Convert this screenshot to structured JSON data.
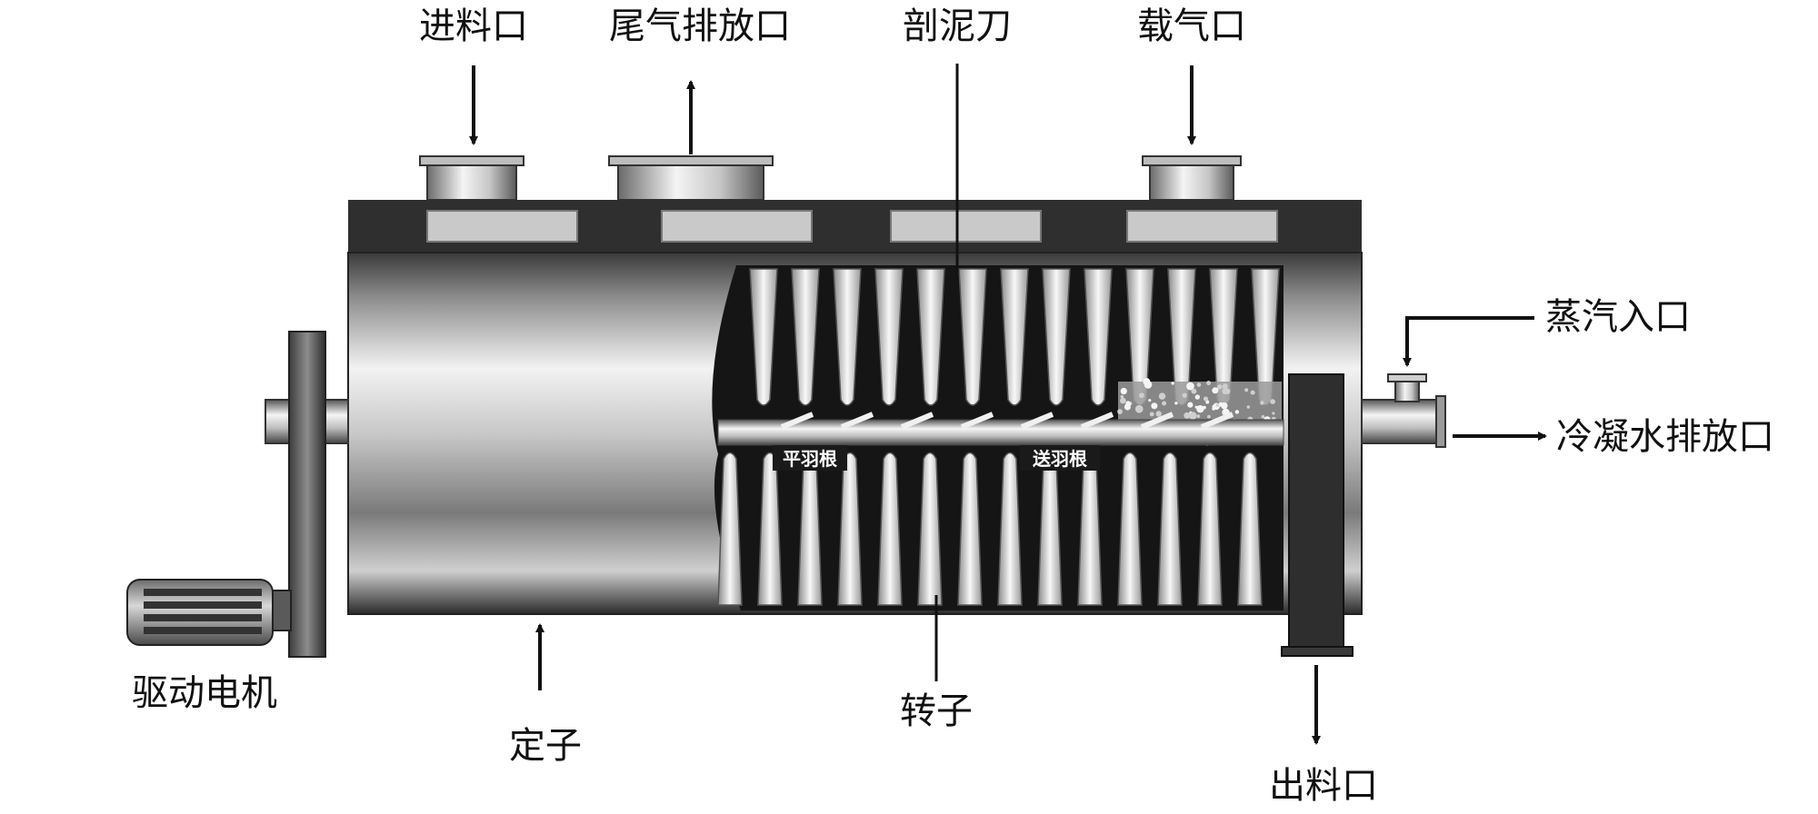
{
  "labels": {
    "feed_inlet": "进料口",
    "exhaust_outlet": "尾气排放口",
    "scraper": "剖泥刀",
    "carrier_gas_inlet": "载气口",
    "steam_inlet": "蒸汽入口",
    "condensate_outlet": "冷凝水排放口",
    "drive_motor": "驱动电机",
    "stator": "定子",
    "rotor": "转子",
    "discharge_outlet": "出料口",
    "flat_blade": "平羽根",
    "conveying_blade": "送羽根"
  },
  "colors": {
    "shell_dark": "#2f2f2f",
    "shell_light": "#e6e6e6",
    "inner_dark": "#141414",
    "metal_light": "#dcdcdc"
  }
}
